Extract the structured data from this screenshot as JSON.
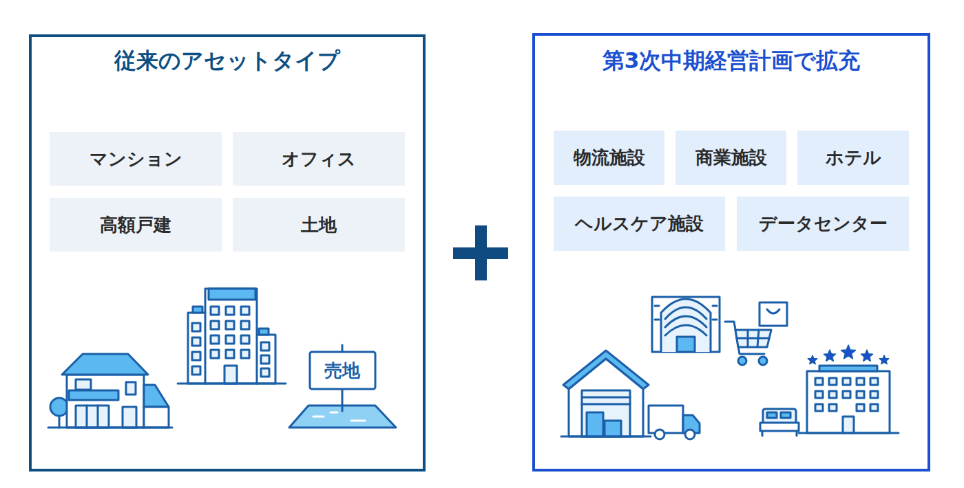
{
  "diagram": {
    "nodes": [
      {
        "text": [
          "従来のアセットタイプ"
        ]
      },
      {
        "text": [
          "マンション"
        ],
        "in": 0
      },
      {
        "text": [
          "オフィス"
        ],
        "in": 0
      },
      {
        "text": [
          "高額戸建"
        ],
        "in": 0
      },
      {
        "text": [
          "土地"
        ],
        "in": 0
      },
      {
        "text": [
          "第3次中期経営計画で拡充"
        ]
      },
      {
        "text": [
          "物流施設"
        ],
        "in": 5
      },
      {
        "text": [
          "商業施設"
        ],
        "in": 5
      },
      {
        "text": [
          "ホテル"
        ],
        "in": 5
      },
      {
        "text": [
          "ヘルスケア施設"
        ],
        "in": 5
      },
      {
        "text": [
          "データセンター"
        ],
        "in": 5
      }
    ],
    "edges": [],
    "labels": [
      "売地"
    ]
  }
}
